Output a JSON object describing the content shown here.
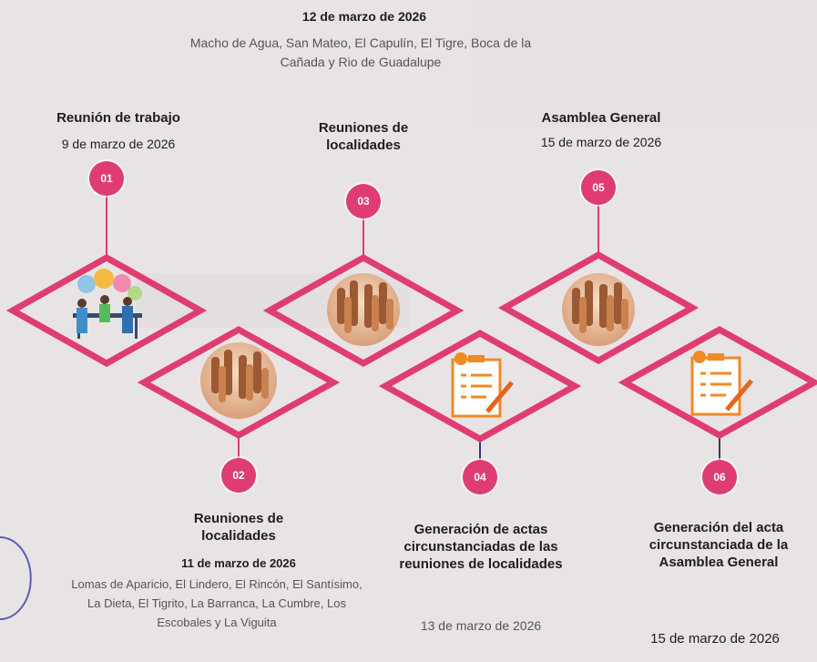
{
  "steps": [
    {
      "num": "01",
      "title": "Reunión de trabajo",
      "date": "9 de marzo de 2026"
    },
    {
      "num": "02",
      "title": "Reuniones de localidades",
      "date": "11 de marzo de 2026",
      "places": "Lomas de Aparicio, El Lindero, El Rincón, El Santísimo, La Dieta, El Tigrito, La Barranca, La Cumbre, Los Escobales y La Viguita"
    },
    {
      "num": "03",
      "title": "Reuniones de localidades",
      "date": "12 de marzo de 2026",
      "places": "Macho de Agua, San Mateo, El Capulín, El Tigre, Boca de la Cañada y Rio de Guadalupe"
    },
    {
      "num": "04",
      "title": "Generación de actas circunstanciadas de las reuniones de localidades",
      "date": "13 de marzo de 2026"
    },
    {
      "num": "05",
      "title": "Asamblea General",
      "date": "15 de marzo de 2026"
    },
    {
      "num": "06",
      "title": "Generación del acta circunstanciada de la Asamblea General",
      "date": "15 de marzo de 2026"
    }
  ],
  "colors": {
    "accent": "#df3d72",
    "connector": "#2b3a73",
    "background": "#e9e5e6"
  }
}
